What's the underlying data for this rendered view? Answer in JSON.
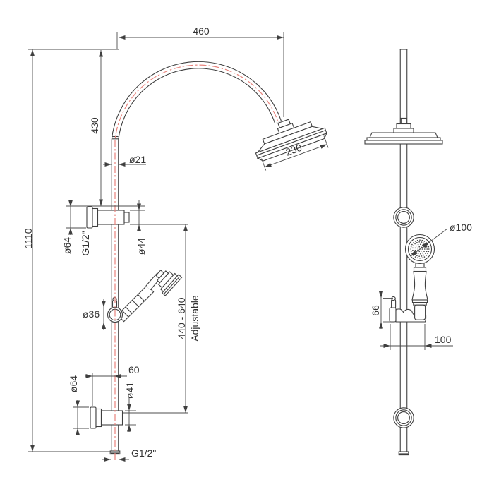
{
  "page": {
    "background": "#ffffff"
  },
  "drawing": {
    "line_color": "#3f3f3f",
    "centerline_color": "#e8837c",
    "labels": {
      "front_view": {
        "top_width": "460",
        "arc_height": "430",
        "riser_diameter": "ø21",
        "rain_head_diameter": "230",
        "upper_bracket_flange_diameter": "ø64",
        "upper_bracket_thread": "G1/2\"",
        "upper_bracket_body_diameter": "ø44",
        "slider_diameter": "ø36",
        "total_height": "1110",
        "adjustable_range": "440 - 640",
        "adjustable_text": "Adjustable",
        "lower_bracket_offset": "60",
        "lower_bracket_flange_diameter": "ø64",
        "lower_bracket_body_diameter": "ø41",
        "inlet_thread": "G1/2\""
      },
      "side_view": {
        "handset_diameter": "ø100",
        "bracket_height": "66",
        "bracket_depth": "100"
      }
    }
  }
}
